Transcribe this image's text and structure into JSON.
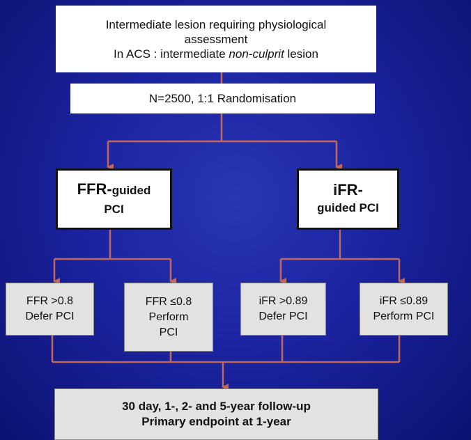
{
  "top_box": {
    "line1": "Intermediate lesion requiring physiological",
    "line2": "assessment",
    "line3_prefix": "In ACS : intermediate ",
    "line3_italic": "non-culprit",
    "line3_suffix": " lesion"
  },
  "randomisation": {
    "label": "N=2500, 1:1 Randomisation"
  },
  "arms": {
    "ffr": {
      "big": "FFR-",
      "small": "guided",
      "line2": "PCI"
    },
    "ifr": {
      "big": "iFR-",
      "line2": "guided PCI"
    }
  },
  "outcomes": [
    {
      "line1": "FFR >0.8",
      "line2": "Defer PCI"
    },
    {
      "line1": "FFR ≤0.8",
      "line2": "Perform",
      "line3": "PCI"
    },
    {
      "line1": "iFR >0.89",
      "line2": "Defer PCI"
    },
    {
      "line1": "iFR ≤0.89",
      "line2": "Perform PCI"
    }
  ],
  "follow_up": {
    "line1": "30 day, 1-, 2- and 5-year follow-up",
    "line2": "Primary endpoint at 1-year"
  },
  "colors": {
    "connector": "#c0685a",
    "background": "#1b23a0"
  }
}
